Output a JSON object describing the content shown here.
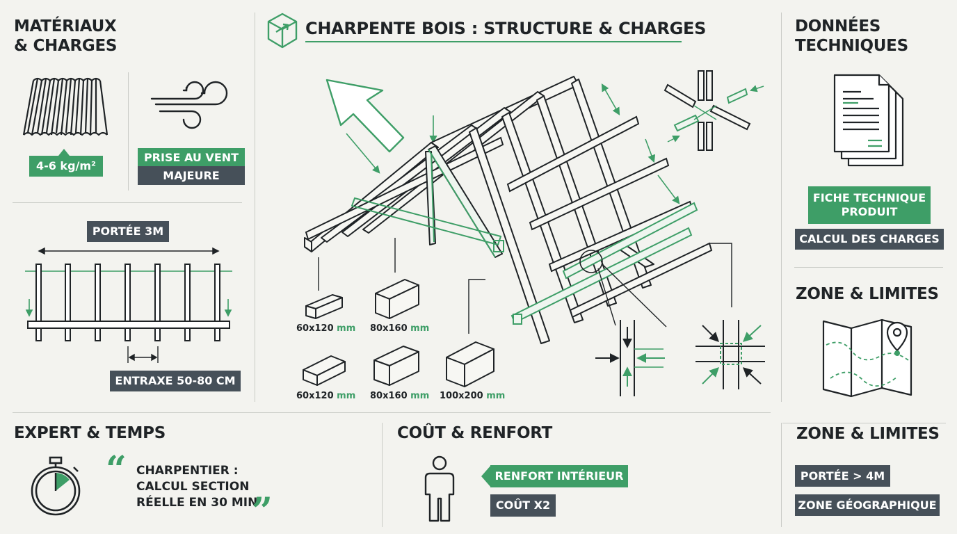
{
  "colors": {
    "green": "#3e9e67",
    "dark": "#465059",
    "ink": "#1f2326",
    "background": "#f3f3ef"
  },
  "header": {
    "title": "CHARPENTE BOIS : STRUCTURE & CHARGES",
    "icon": "cube-icon"
  },
  "left_panel": {
    "title_line1": "MATÉRIAUX",
    "title_line2": "& CHARGES",
    "weight_tag": "4-6 kg/m²",
    "wind_tag_line1": "PRISE AU VENT",
    "wind_tag_line2": "MAJEURE",
    "span_tag": "PORTÉE 3M",
    "spacing_tag": "ENTRAXE 50-80 CM"
  },
  "sections": [
    {
      "size": "60x120",
      "unit": "mm"
    },
    {
      "size": "80x160",
      "unit": "mm"
    },
    {
      "size": "60x120",
      "unit": "mm"
    },
    {
      "size": "80x160",
      "unit": "mm"
    },
    {
      "size": "100x200",
      "unit": "mm"
    }
  ],
  "right_panel": {
    "title_line1": "DONNÉES",
    "title_line2": "TECHNIQUES",
    "fiche_line1": "FICHE TECHNIQUE",
    "fiche_line2": "PRODUIT",
    "calcul_tag": "CALCUL DES CHARGES",
    "zone_title": "ZONE & LIMITES"
  },
  "bottom": {
    "expert_title": "EXPERT & TEMPS",
    "quote_line1": "CHARPENTIER :",
    "quote_line2": "CALCUL SECTION",
    "quote_line3": "RÉELLE EN 30 MIN",
    "cost_title": "COÛT & RENFORT",
    "renfort_tag": "RENFORT INTÉRIEUR",
    "cout_tag": "COÛT X2",
    "zone_title": "ZONE & LIMITES",
    "portee_tag": "PORTÉE > 4M",
    "zone_tag": "ZONE GÉOGRAPHIQUE"
  }
}
